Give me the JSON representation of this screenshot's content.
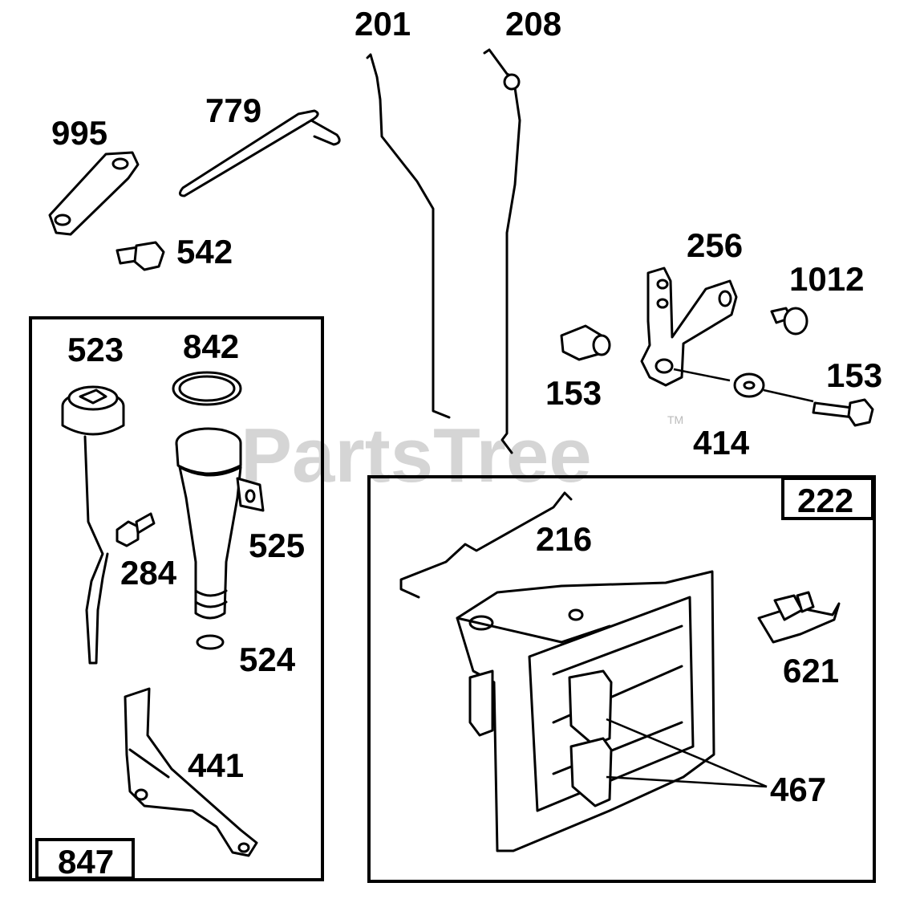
{
  "watermark": {
    "text": "PartsTree",
    "trademark": "TM"
  },
  "labels": {
    "p201": "201",
    "p208": "208",
    "p779": "779",
    "p995": "995",
    "p542": "542",
    "p256": "256",
    "p1012": "1012",
    "p153a": "153",
    "p153b": "153",
    "p414": "414",
    "p523": "523",
    "p842": "842",
    "p525": "525",
    "p284": "284",
    "p524": "524",
    "p441": "441",
    "p216": "216",
    "p621": "621",
    "p467": "467"
  },
  "kits": {
    "left_kit": "847",
    "right_kit": "222"
  }
}
